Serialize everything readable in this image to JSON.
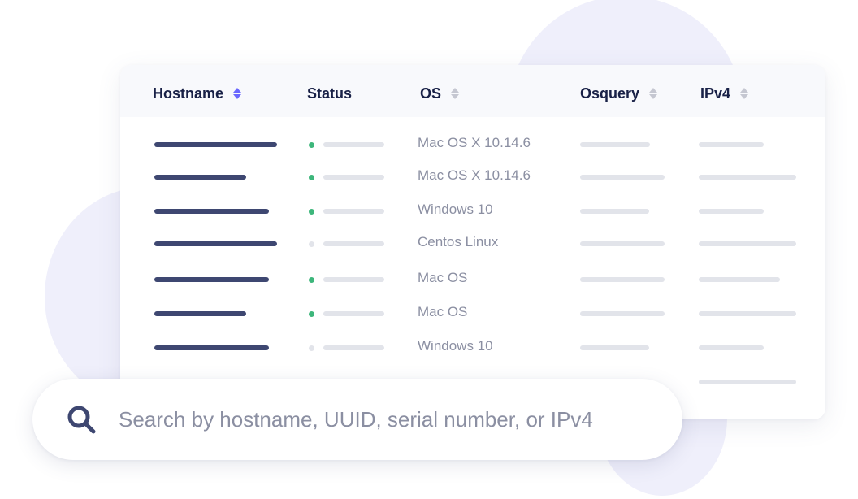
{
  "table": {
    "columns": [
      {
        "label": "Hostname",
        "sort_active": true
      },
      {
        "label": "Status",
        "sort_active": false
      },
      {
        "label": "OS",
        "sort_active": false
      },
      {
        "label": "Osquery",
        "sort_active": false
      },
      {
        "label": "IPv4",
        "sort_active": false
      }
    ],
    "rows": [
      {
        "status": "online",
        "os": "Mac OS X 10.14.6"
      },
      {
        "status": "online",
        "os": "Mac OS X 10.14.6"
      },
      {
        "status": "online",
        "os": "Windows 10"
      },
      {
        "status": "offline",
        "os": "Centos Linux"
      },
      {
        "status": "online",
        "os": "Mac OS"
      },
      {
        "status": "online",
        "os": "Mac OS"
      },
      {
        "status": "offline",
        "os": "Windows 10"
      }
    ]
  },
  "search": {
    "placeholder": "Search by hostname, UUID, serial number, or IPv4",
    "icon": "search-icon"
  },
  "colors": {
    "online": "#3db67b",
    "offline": "#e2e4ea",
    "sort_active": "#6a67fe",
    "heading": "#192147",
    "bar_dark": "#3e4771",
    "bar_light": "#e2e4ea"
  }
}
